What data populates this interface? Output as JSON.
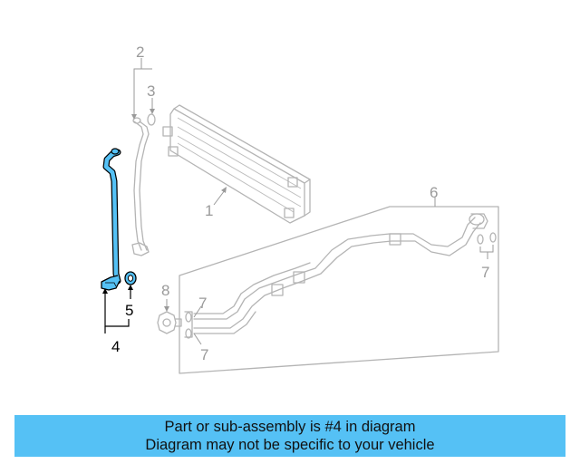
{
  "callouts": {
    "c1": "1",
    "c2": "2",
    "c3": "3",
    "c4": "4",
    "c5": "5",
    "c6": "6",
    "c7a": "7",
    "c7b": "7",
    "c7c": "7",
    "c8": "8"
  },
  "highlighted_part": "4",
  "caption": {
    "line1": "Part or sub-assembly is #4 in diagram",
    "line2": "Diagram may not be specific to your vehicle"
  },
  "colors": {
    "highlight": "#55c1f5",
    "banner": "#55c1f5",
    "ghost": "#b4b4b4"
  }
}
